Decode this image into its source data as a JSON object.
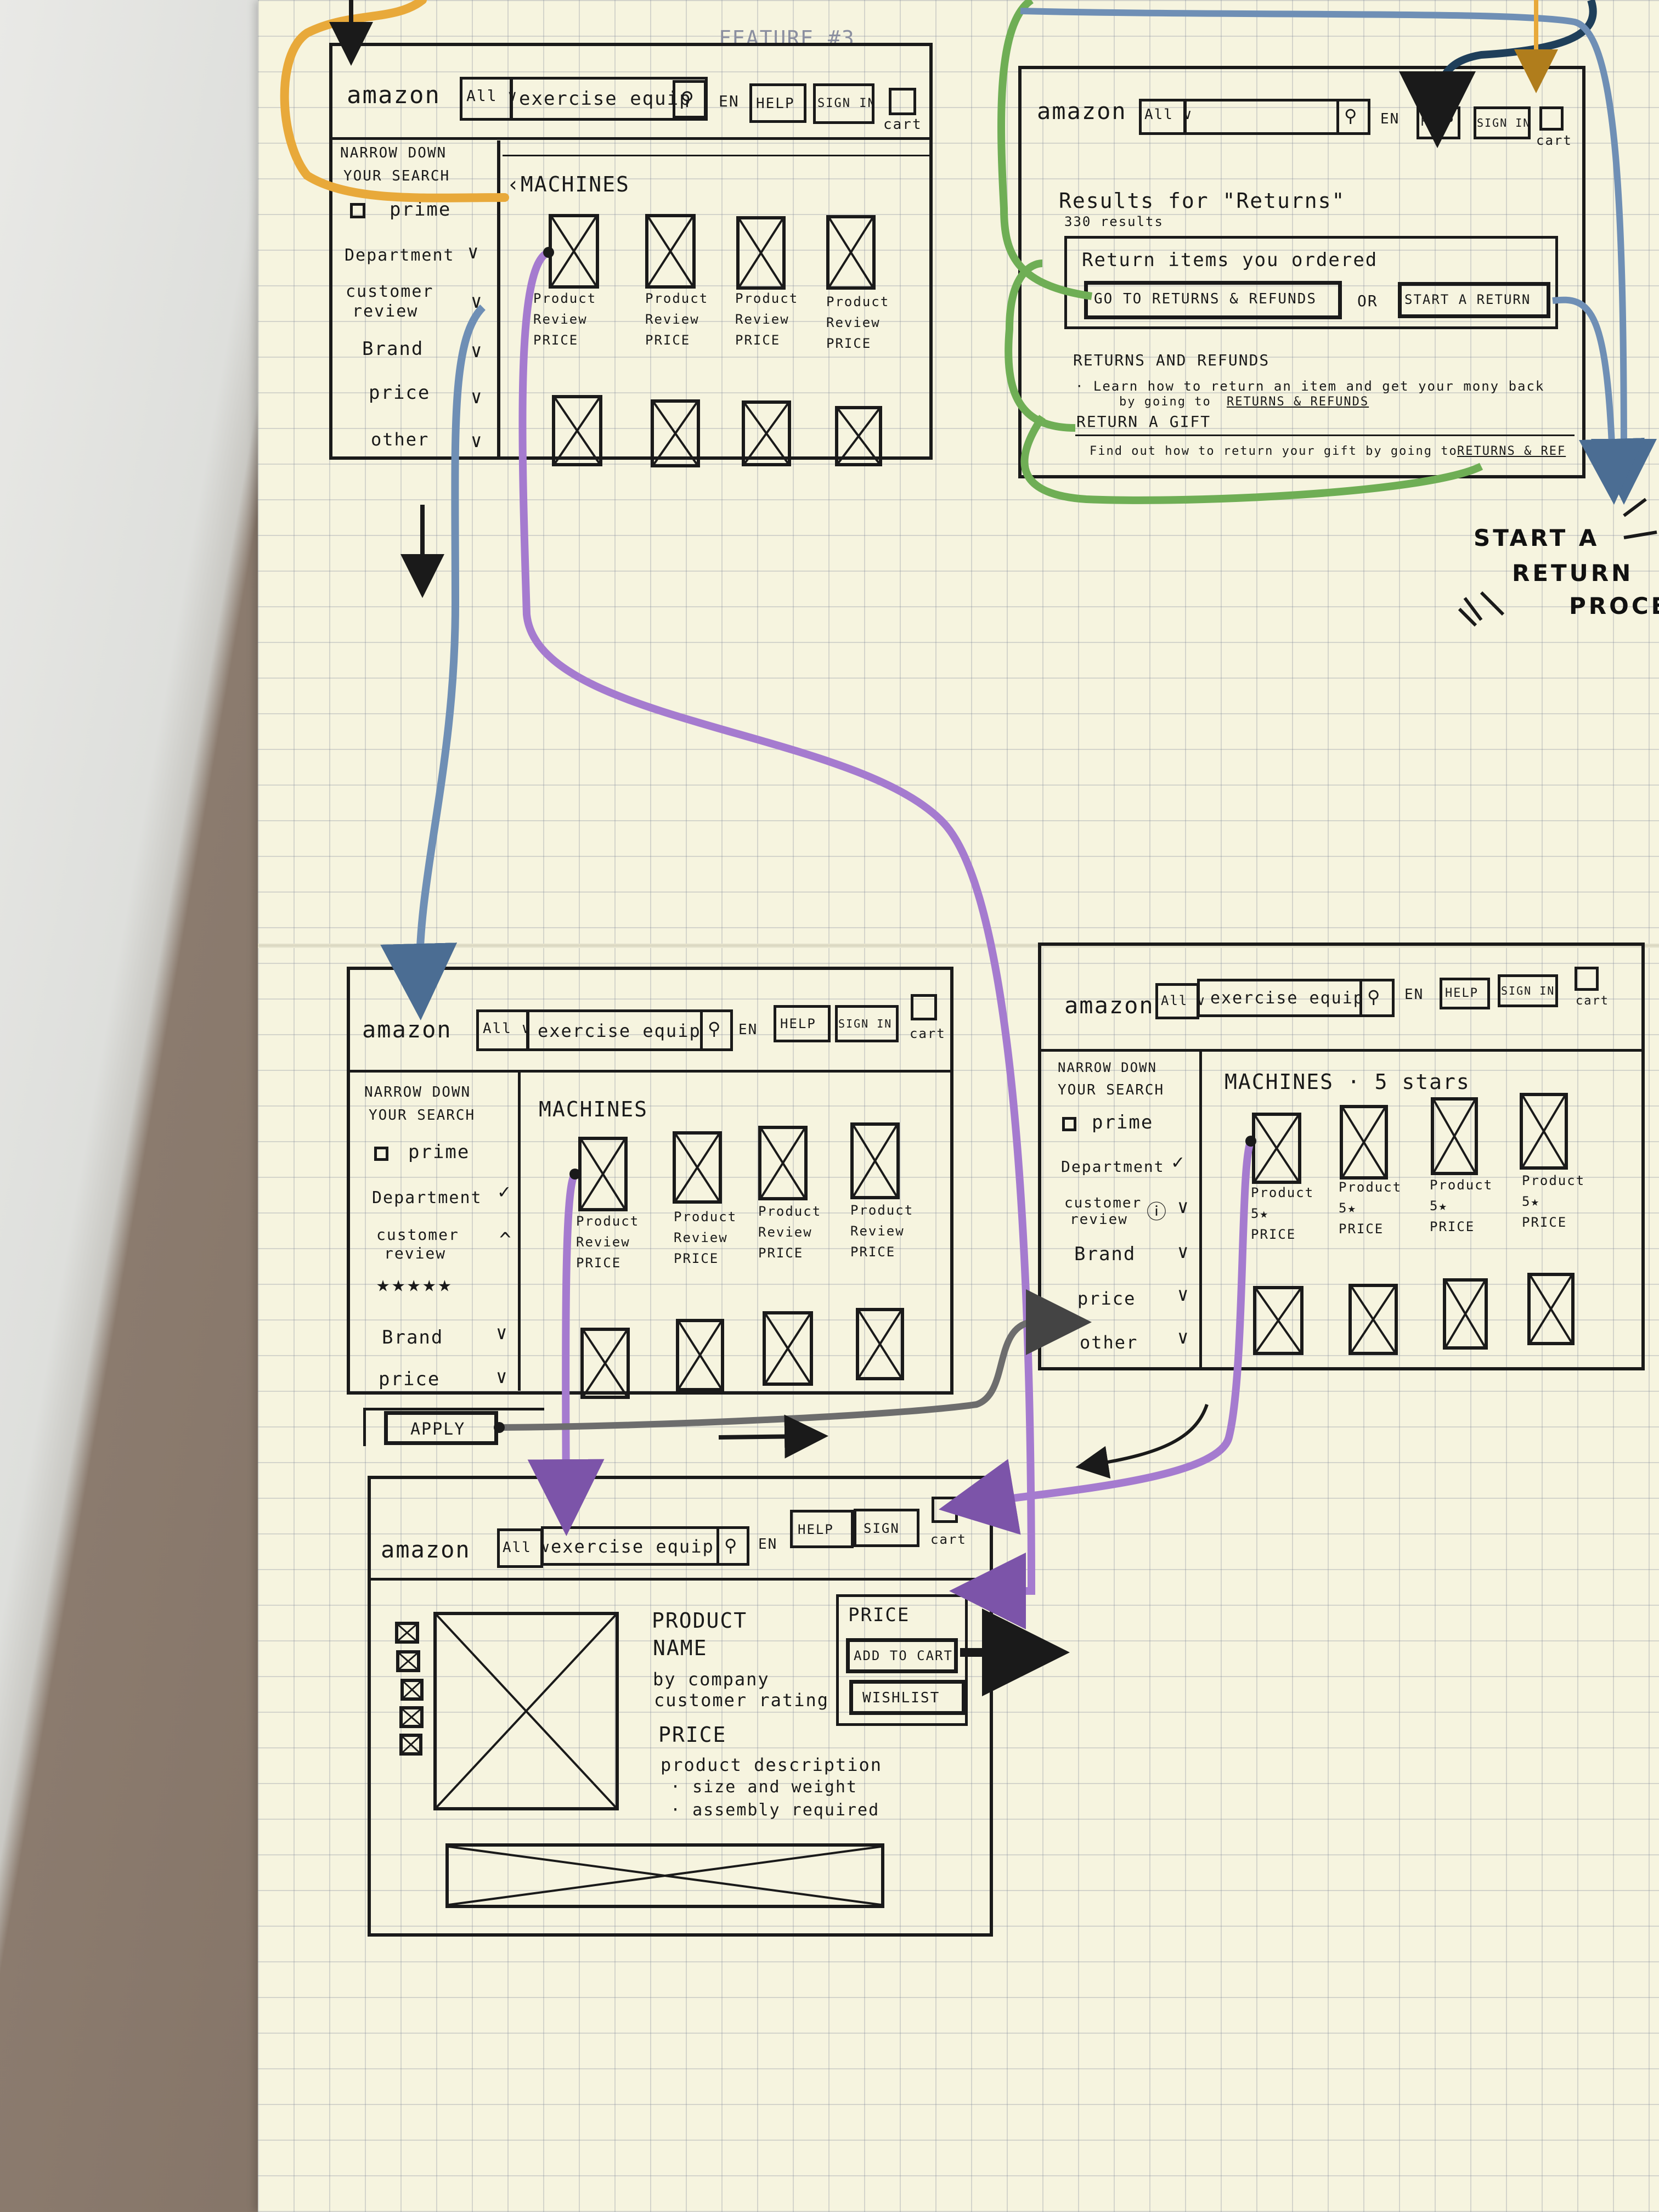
{
  "sheet_title": "FEATURE #3",
  "common": {
    "logo": "amazon",
    "all_dropdown": "All ∨",
    "lang": "EN",
    "help": "HELP",
    "sign_in": "SIGN IN",
    "sign_short": "SIGN",
    "cart": "cart",
    "search_query": "exercise equip"
  },
  "filters": {
    "narrow": [
      "NARROW DOWN",
      "YOUR SEARCH"
    ],
    "prime": "prime",
    "department": "Department",
    "customer_review": [
      "customer",
      "review"
    ],
    "brand": "Brand",
    "price": "price",
    "other": "other",
    "stars": "★★★★★",
    "apply": "APPLY",
    "check": "✓",
    "caret": "^"
  },
  "results_page": {
    "heading": "‹MACHINES",
    "heading_plain": "MACHINES",
    "heading_filtered": "MACHINES   · 5 stars",
    "card_lines": [
      "Product",
      "Review",
      "PRICE"
    ],
    "card_lines_filtered": [
      "Product",
      "5★",
      "PRICE"
    ]
  },
  "returns_page": {
    "results_for": "Results for  \"Returns\"",
    "count": "330 results",
    "return_items": "Return  items you ordered",
    "go_to_returns": "GO TO RETURNS & REFUNDS",
    "or": "OR",
    "start_return": "START A RETURN",
    "section": "RETURNS AND REFUNDS",
    "bullet1a": "· Learn how to return an item and get your mony back",
    "bullet1b": "by going to",
    "link_returns": "RETURNS & REFUNDS",
    "return_gift": "RETURN A GIFT",
    "gift_text": "Find out how to return your gift by going to",
    "link_returns_short": "RETURNS & REF"
  },
  "start_return_note": [
    "START A",
    "RETURN",
    "PROCE"
  ],
  "product_page": {
    "price_label": "PRICE",
    "add_to_cart": "ADD TO CART",
    "wishlist": "WISHLIST",
    "name": [
      "PRODUCT",
      "NAME"
    ],
    "by_company": "by company",
    "rating": "customer rating",
    "price": "PRICE",
    "description": "product description",
    "bullets": [
      "· size and weight",
      "· assembly required"
    ]
  },
  "arrow_colors": {
    "orange": "#e8a93a",
    "green": "#6fae55",
    "blue": "#6f8fb5",
    "navy": "#1f3f5a",
    "purple": "#a57bcf",
    "grey": "#6d6d6d",
    "black": "#1a1a1a"
  }
}
